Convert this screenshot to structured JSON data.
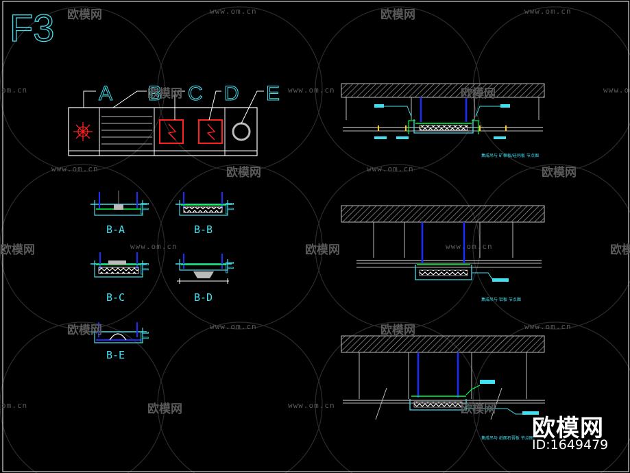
{
  "sheet": {
    "title": "F3",
    "top_labels": [
      "A",
      "B",
      "C",
      "D",
      "E"
    ],
    "details": [
      "B-A",
      "B-B",
      "B-C",
      "B-D",
      "B-E"
    ],
    "section_captions": [
      "集成吊与 矿棉板/硅钙板 节点图",
      "集成吊与 铝板 节点图",
      "集成吊与 纸面石膏板 节点图"
    ]
  },
  "watermark": {
    "brand": "欧模网",
    "url": "www.om.cn",
    "url_partial": "om.cn"
  },
  "brand_mark": {
    "name": "欧模网",
    "id": "ID:1649479"
  },
  "colors": {
    "background": "#000000",
    "frame": "#ffffff",
    "cyan": "#40e0f0",
    "green": "#00ff40",
    "blue": "#1a2cff",
    "red": "#ff2020",
    "gray": "#888888",
    "watermark": "#5a5a5a"
  }
}
